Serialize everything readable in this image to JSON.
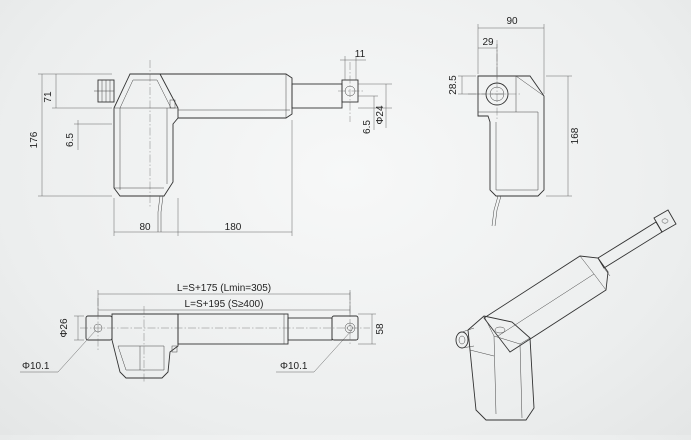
{
  "drawing": {
    "side_view": {
      "width_body": "80",
      "width_tube": "180",
      "height": "176",
      "mount_height": "71",
      "offset_left": "6.5",
      "eye_width": "11",
      "eye_offset": "6.5",
      "tube_diameter": "Φ24"
    },
    "end_view": {
      "width": "90",
      "hole_offset": "29",
      "hole_height": "28.5",
      "height": "168"
    },
    "bottom_view": {
      "length_short": "L=S+175 (Lmin=305)",
      "length_long": "L=S+195 (S≥400)",
      "diameter_left": "Φ26",
      "height_right": "58",
      "hole_left": "Φ10.1",
      "hole_right": "Φ10.1"
    }
  }
}
